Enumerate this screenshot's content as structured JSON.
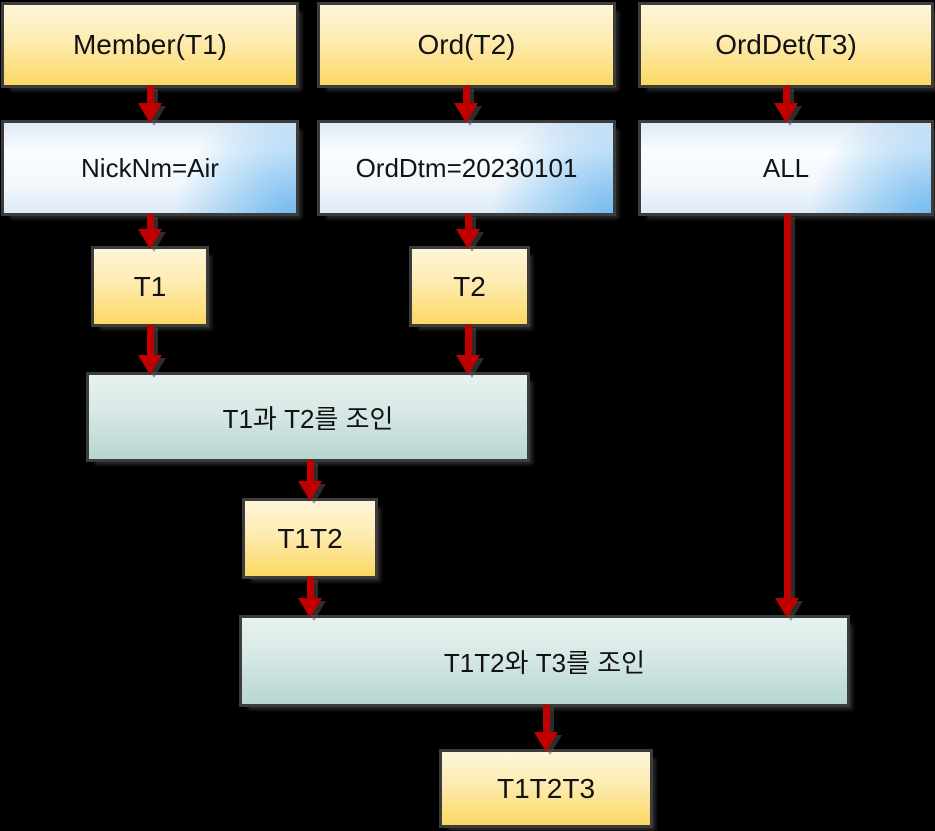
{
  "colors": {
    "background": "#000000",
    "arrow": "#C00000",
    "gold_top": "#FEF6DA",
    "gold_bottom": "#FBD863",
    "sky_corner": "#6FB9EE",
    "teal_top": "#E7F2F0",
    "teal_bottom": "#B7D6D2"
  },
  "nodes": {
    "member": {
      "label": "Member(T1)"
    },
    "ord": {
      "label": "Ord(T2)"
    },
    "orddet": {
      "label": "OrdDet(T3)"
    },
    "member_filter": {
      "label": "NickNm=Air"
    },
    "ord_filter": {
      "label": "OrdDtm=20230101"
    },
    "orddet_filter": {
      "label": "ALL"
    },
    "t1": {
      "label": "T1"
    },
    "t2": {
      "label": "T2"
    },
    "join1": {
      "label": "T1과 T2를 조인"
    },
    "t1t2": {
      "label": "T1T2"
    },
    "join2": {
      "label": "T1T2와 T3를 조인"
    },
    "t1t2t3": {
      "label": "T1T2T3"
    }
  },
  "edges": [
    {
      "from": "member",
      "to": "member_filter"
    },
    {
      "from": "ord",
      "to": "ord_filter"
    },
    {
      "from": "orddet",
      "to": "orddet_filter"
    },
    {
      "from": "member_filter",
      "to": "t1"
    },
    {
      "from": "ord_filter",
      "to": "t2"
    },
    {
      "from": "t1",
      "to": "join1"
    },
    {
      "from": "t2",
      "to": "join1"
    },
    {
      "from": "join1",
      "to": "t1t2"
    },
    {
      "from": "t1t2",
      "to": "join2"
    },
    {
      "from": "orddet_filter",
      "to": "join2"
    },
    {
      "from": "join2",
      "to": "t1t2t3"
    }
  ]
}
